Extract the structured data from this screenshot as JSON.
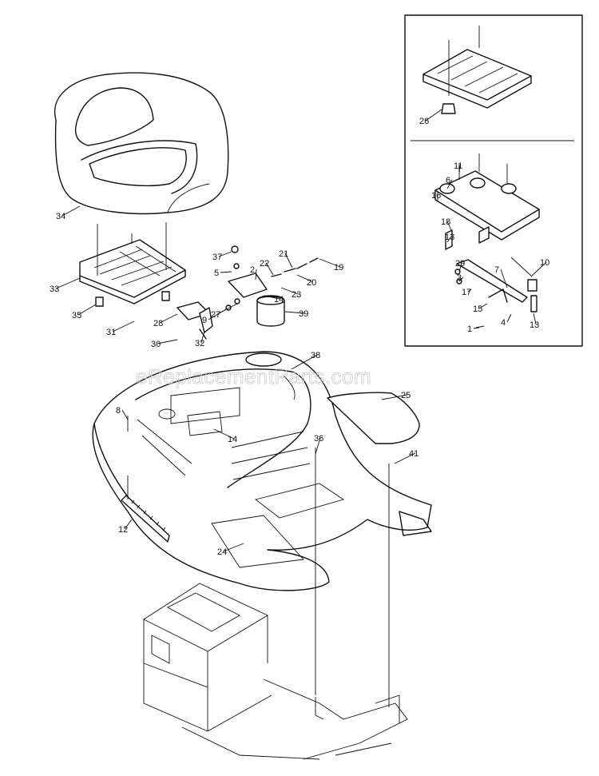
{
  "watermark": "eReplacementParts.com",
  "parts": [
    {
      "label": "34"
    },
    {
      "label": "33"
    },
    {
      "label": "35"
    },
    {
      "label": "31"
    },
    {
      "label": "37"
    },
    {
      "label": "5"
    },
    {
      "label": "2"
    },
    {
      "label": "22"
    },
    {
      "label": "21"
    },
    {
      "label": "19"
    },
    {
      "label": "20"
    },
    {
      "label": "23"
    },
    {
      "label": "14"
    },
    {
      "label": "39"
    },
    {
      "label": "28"
    },
    {
      "label": "9"
    },
    {
      "label": "27"
    },
    {
      "label": "30"
    },
    {
      "label": "32"
    },
    {
      "label": "38"
    },
    {
      "label": "8"
    },
    {
      "label": "14"
    },
    {
      "label": "36"
    },
    {
      "label": "25"
    },
    {
      "label": "41"
    },
    {
      "label": "12"
    },
    {
      "label": "24"
    },
    {
      "label": "26"
    },
    {
      "label": "11"
    },
    {
      "label": "6"
    },
    {
      "label": "16"
    },
    {
      "label": "18"
    },
    {
      "label": "13"
    },
    {
      "label": "29"
    },
    {
      "label": "3"
    },
    {
      "label": "7"
    },
    {
      "label": "10"
    },
    {
      "label": "17"
    },
    {
      "label": "15"
    },
    {
      "label": "4"
    },
    {
      "label": "13"
    },
    {
      "label": "1"
    }
  ]
}
